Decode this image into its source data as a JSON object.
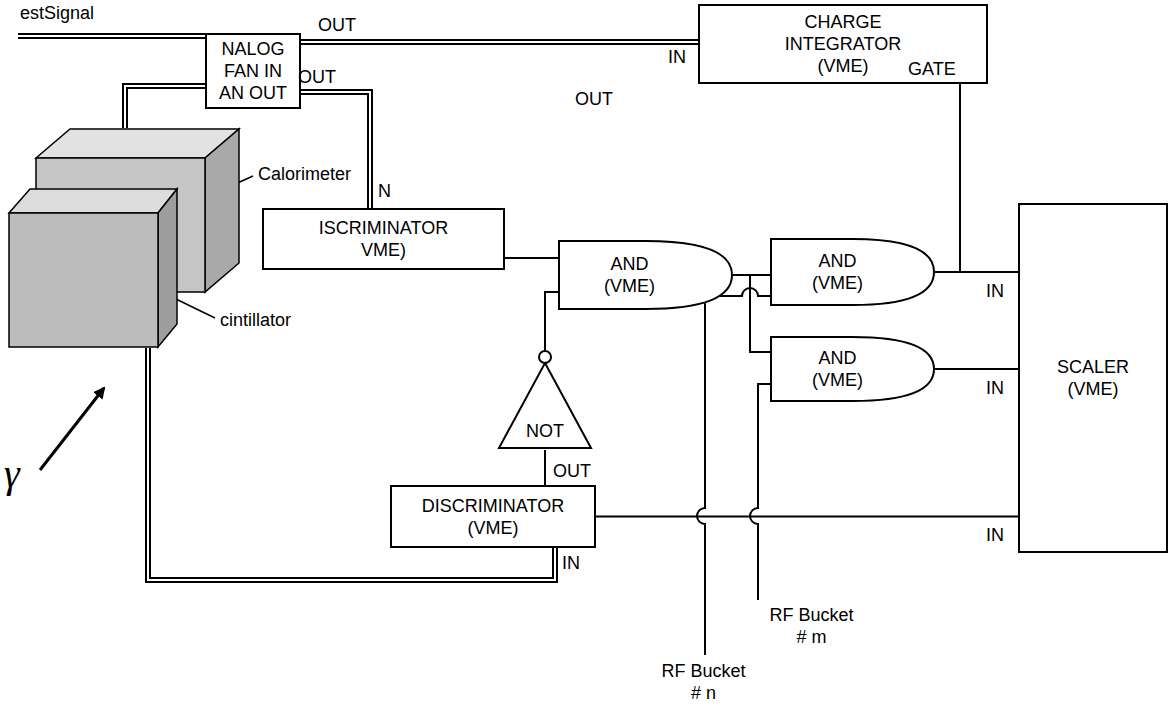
{
  "diagram": {
    "nodes": [
      {
        "text": [
          "NALOG FAN IN AN OUT"
        ]
      },
      {
        "text": [
          "CHARGE INTEGRATOR (VME)"
        ]
      },
      {
        "text": [
          "ISCRIMINATOR VME)"
        ]
      },
      {
        "text": [
          "AND (VME)"
        ]
      },
      {
        "text": [
          "AND (VME)"
        ]
      },
      {
        "text": [
          "SCALER (VME)"
        ]
      },
      {
        "text": [
          "Calorimeter"
        ]
      },
      {
        "text": [
          "AND (VME)"
        ]
      },
      {
        "text": [
          "NOT"
        ]
      },
      {
        "text": [
          "cintillator"
        ]
      },
      {
        "text": [
          "DISCRIMINATOR (VME)"
        ]
      }
    ],
    "edges": [
      {
        "from": 6,
        "to": 0,
        "arrow": "none"
      },
      {
        "from": 0,
        "to": 1,
        "arrow": "none"
      },
      {
        "from": 0,
        "to": 2,
        "arrow": "none"
      },
      {
        "from": 2,
        "to": 3,
        "arrow": "none"
      },
      {
        "from": 8,
        "to": 3,
        "arrow": "none"
      },
      {
        "from": 10,
        "to": 8,
        "arrow": "none"
      },
      {
        "from": 9,
        "to": 10,
        "arrow": "none"
      },
      {
        "from": 3,
        "to": 4,
        "arrow": "none"
      },
      {
        "from": 3,
        "to": 7,
        "arrow": "none"
      },
      {
        "from": 4,
        "to": 1,
        "arrow": "none"
      },
      {
        "from": 4,
        "to": 5,
        "arrow": "none"
      },
      {
        "from": 7,
        "to": 5,
        "arrow": "none"
      },
      {
        "from": 10,
        "to": 5,
        "arrow": "none"
      }
    ],
    "labels": [
      "estSignal",
      "OUT",
      "OUT",
      "OUT",
      "N",
      "IN",
      "GATE",
      "IN",
      "IN",
      "IN",
      "OUT",
      "IN",
      "RF Bucket # m",
      "RF Bucket # n",
      "γ"
    ]
  }
}
